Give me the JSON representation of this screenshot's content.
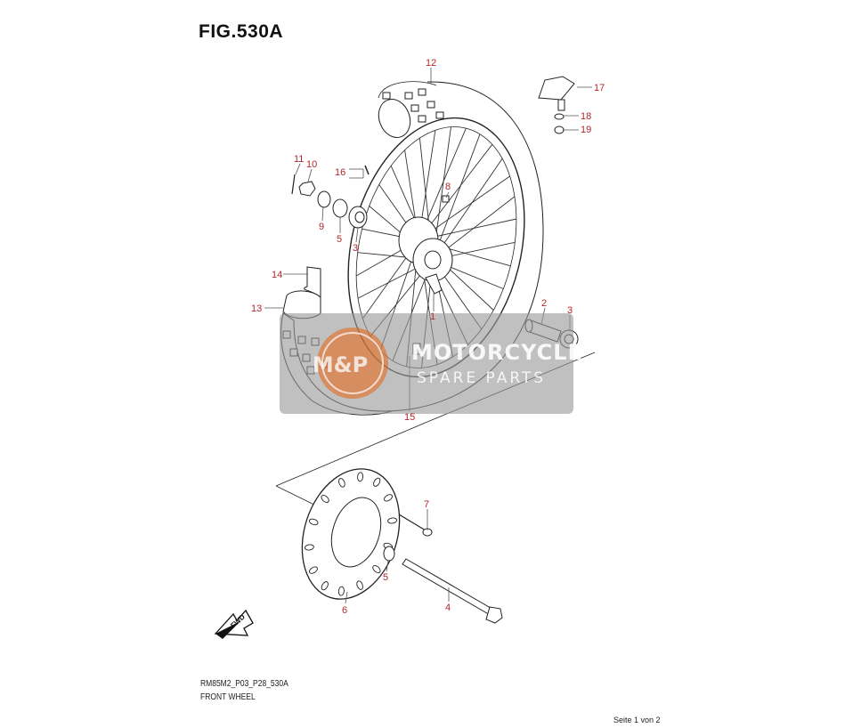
{
  "figure": {
    "title": "FIG.530A",
    "model_code": "RM85M2_P03_P28_530A",
    "section_name": "FRONT WHEEL"
  },
  "page_number": "Seite 1 von 2",
  "watermark": {
    "line1": "MOTORCYCLE",
    "line2": "SPARE PARTS",
    "logo_text": "M&P",
    "colors": {
      "panel": "#9a9a9a",
      "accent": "#e8620f"
    }
  },
  "callouts": [
    "12",
    "17",
    "18",
    "19",
    "11",
    "10",
    "16",
    "8",
    "9",
    "5",
    "3",
    "14",
    "13",
    "1",
    "2",
    "3",
    "15",
    "7",
    "5",
    "6",
    "4"
  ],
  "colors": {
    "callout": "#b3262a",
    "line": "#222222"
  },
  "icons": {
    "direction": "fwd-arrow-icon"
  }
}
